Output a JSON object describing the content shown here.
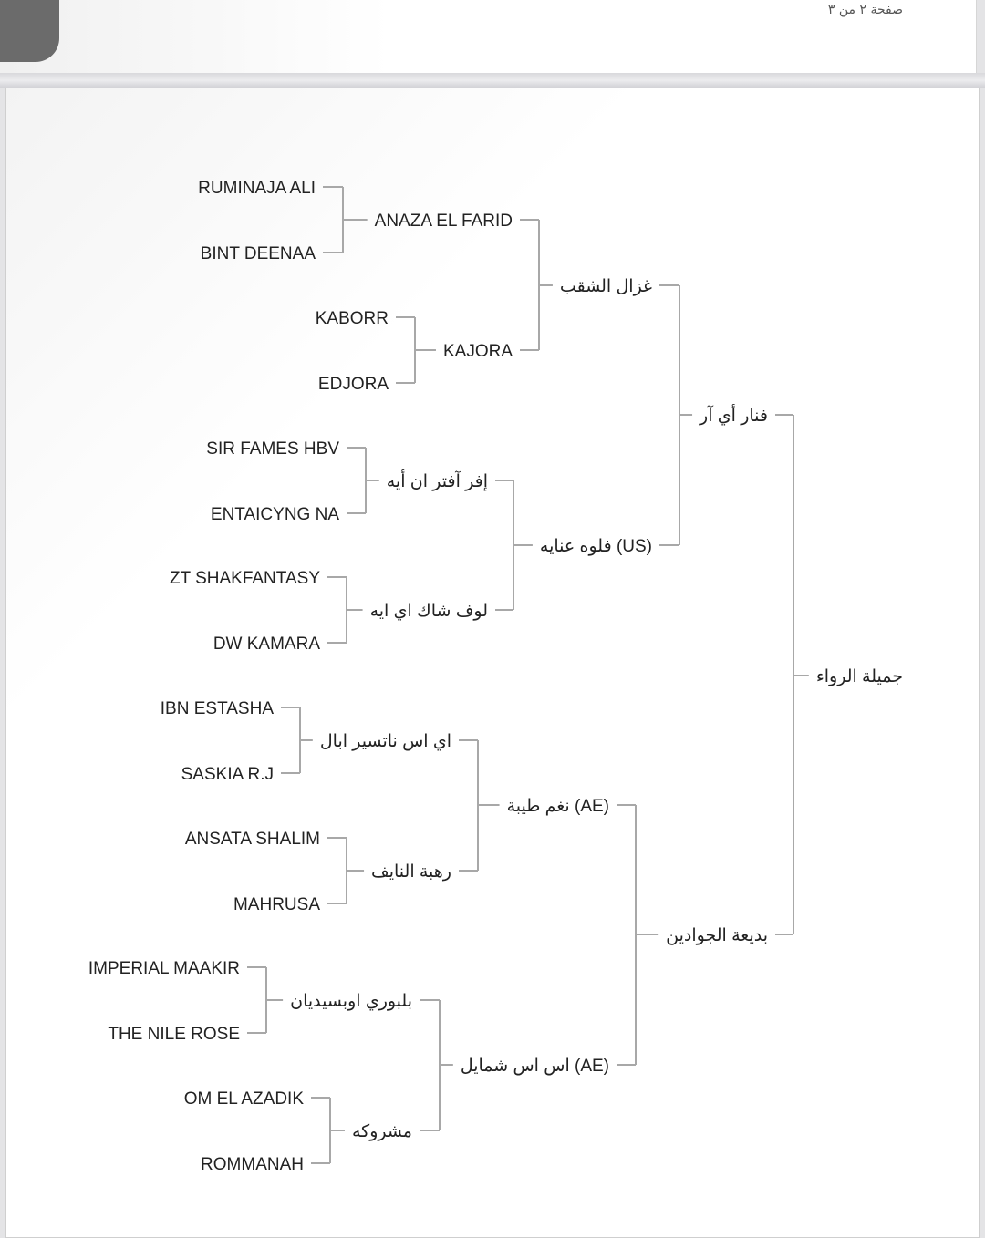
{
  "page_indicator": "صفحة ٢ من ٣",
  "pedigree": {
    "name": "جميلة الرواء",
    "sire": {
      "name": "فنار أي آر",
      "sire": {
        "name": "غزال الشقب",
        "sire": {
          "name": "ANAZA EL FARID",
          "sire": {
            "name": "RUMINAJA ALI"
          },
          "dam": {
            "name": "BINT DEENAA"
          }
        },
        "dam": {
          "name": "KAJORA",
          "sire": {
            "name": "KABORR"
          },
          "dam": {
            "name": "EDJORA"
          }
        }
      },
      "dam": {
        "name": "فلوه عنايه (US)",
        "sire": {
          "name": "إفر آفتر ان أيه",
          "sire": {
            "name": "SIR FAMES HBV"
          },
          "dam": {
            "name": "ENTAICYNG NA"
          }
        },
        "dam": {
          "name": "لوف شاك اي ايه",
          "sire": {
            "name": "ZT SHAKFANTASY"
          },
          "dam": {
            "name": "DW KAMARA"
          }
        }
      }
    },
    "dam": {
      "name": "بديعة الجوادين",
      "sire": {
        "name": "نغم طيبة (AE)",
        "sire": {
          "name": "اي اس ناتسير ابال",
          "sire": {
            "name": "IBN ESTASHA"
          },
          "dam": {
            "name": "SASKIA R.J"
          }
        },
        "dam": {
          "name": "رهبة النايف",
          "sire": {
            "name": "ANSATA SHALIM"
          },
          "dam": {
            "name": "MAHRUSA"
          }
        }
      },
      "dam": {
        "name": "اس اس شمايل (AE)",
        "sire": {
          "name": "بلبوري اوبسيديان",
          "sire": {
            "name": "IMPERIAL MAAKIR"
          },
          "dam": {
            "name": "THE NILE ROSE"
          }
        },
        "dam": {
          "name": "مشروكه",
          "sire": {
            "name": "OM EL AZADIK"
          },
          "dam": {
            "name": "ROMMANAH"
          }
        }
      }
    }
  },
  "colors": {
    "line": "#a8a8a8",
    "text": "#222222"
  }
}
